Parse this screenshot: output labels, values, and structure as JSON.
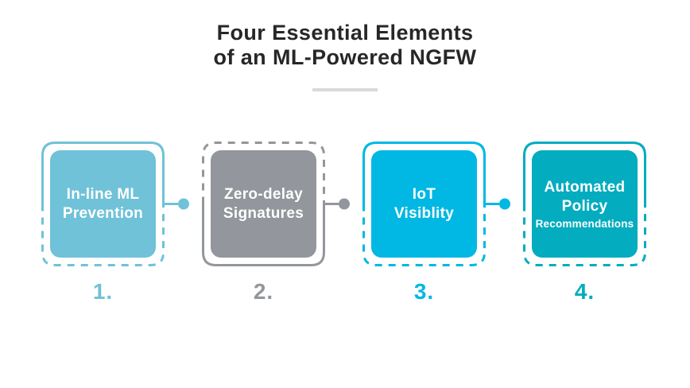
{
  "title": {
    "line1": "Four Essential Elements",
    "line2": "of an ML-Powered NGFW"
  },
  "title_color": "#272727",
  "divider_color": "#d9d9d9",
  "background_color": "#ffffff",
  "cards": [
    {
      "number": "1.",
      "line1": "In-line ML",
      "line2": "Prevention",
      "color": "#6fc2d8",
      "text_color": "#ffffff",
      "border_style": "solid-top-dashed-bottom",
      "has_connector": true
    },
    {
      "number": "2.",
      "line1": "Zero-delay",
      "line2": "Signatures",
      "color": "#93969c",
      "text_color": "#ffffff",
      "border_style": "dashed-top-solid-bottom",
      "has_connector": true
    },
    {
      "number": "3.",
      "line1": "IoT",
      "line2": "Visiblity",
      "color": "#00b8e3",
      "text_color": "#ffffff",
      "border_style": "solid-top-dashed-bottom",
      "has_connector": true
    },
    {
      "number": "4.",
      "line1": "Automated",
      "line2": "Policy",
      "sub": "Recommendations",
      "color": "#03acbf",
      "text_color": "#ffffff",
      "border_style": "solid-top-dashed-bottom",
      "has_connector": false
    }
  ]
}
